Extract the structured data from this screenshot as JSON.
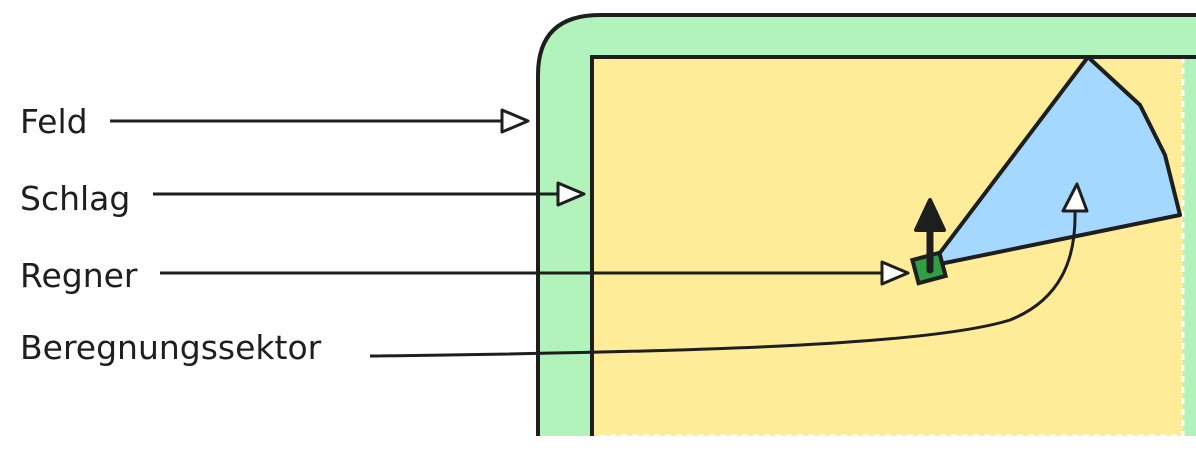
{
  "labels": {
    "feld": "Feld",
    "schlag": "Schlag",
    "regner": "Regner",
    "sektor": "Beregnungssektor"
  },
  "colors": {
    "feld": "#b2f2bb",
    "schlag": "#ffec99",
    "sektor": "#a5d8ff",
    "regner": "#2f9e44",
    "stroke": "#1e1e1e"
  }
}
